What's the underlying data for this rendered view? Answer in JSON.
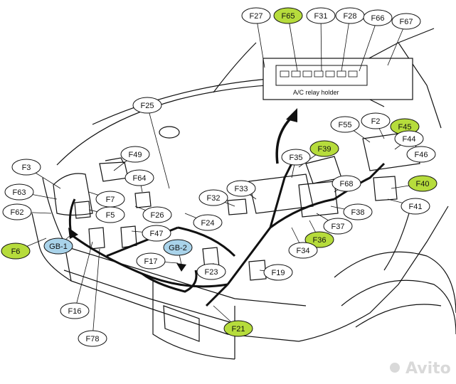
{
  "relay_holder_caption": "A/C relay holder",
  "colors": {
    "green": "#b6dc3c",
    "blue": "#a9d3ea",
    "plain": "#ffffff",
    "line": "#111111"
  },
  "callouts": [
    {
      "id": "F27",
      "label": "F27",
      "style": "plain"
    },
    {
      "id": "F65",
      "label": "F65",
      "style": "green"
    },
    {
      "id": "F31",
      "label": "F31",
      "style": "plain"
    },
    {
      "id": "F28",
      "label": "F28",
      "style": "plain"
    },
    {
      "id": "F66",
      "label": "F66",
      "style": "plain"
    },
    {
      "id": "F67",
      "label": "F67",
      "style": "plain"
    },
    {
      "id": "F25",
      "label": "F25",
      "style": "plain"
    },
    {
      "id": "F55",
      "label": "F55",
      "style": "plain"
    },
    {
      "id": "F2",
      "label": "F2",
      "style": "plain"
    },
    {
      "id": "F45",
      "label": "F45",
      "style": "green"
    },
    {
      "id": "F44",
      "label": "F44",
      "style": "plain"
    },
    {
      "id": "F46",
      "label": "F46",
      "style": "plain"
    },
    {
      "id": "F39",
      "label": "F39",
      "style": "green"
    },
    {
      "id": "F35",
      "label": "F35",
      "style": "plain"
    },
    {
      "id": "F49",
      "label": "F49",
      "style": "plain"
    },
    {
      "id": "F3",
      "label": "F3",
      "style": "plain"
    },
    {
      "id": "F64",
      "label": "F64",
      "style": "plain"
    },
    {
      "id": "F40",
      "label": "F40",
      "style": "green"
    },
    {
      "id": "F33",
      "label": "F33",
      "style": "plain"
    },
    {
      "id": "F68",
      "label": "F68",
      "style": "plain"
    },
    {
      "id": "F63",
      "label": "F63",
      "style": "plain"
    },
    {
      "id": "F7",
      "label": "F7",
      "style": "plain"
    },
    {
      "id": "F32",
      "label": "F32",
      "style": "plain"
    },
    {
      "id": "F41",
      "label": "F41",
      "style": "plain"
    },
    {
      "id": "F62",
      "label": "F62",
      "style": "plain"
    },
    {
      "id": "F5",
      "label": "F5",
      "style": "plain"
    },
    {
      "id": "F26",
      "label": "F26",
      "style": "plain"
    },
    {
      "id": "F38",
      "label": "F38",
      "style": "plain"
    },
    {
      "id": "F24",
      "label": "F24",
      "style": "plain"
    },
    {
      "id": "F37",
      "label": "F37",
      "style": "plain"
    },
    {
      "id": "F47",
      "label": "F47",
      "style": "plain"
    },
    {
      "id": "F36",
      "label": "F36",
      "style": "green"
    },
    {
      "id": "GB-1",
      "label": "GB-1",
      "style": "blue"
    },
    {
      "id": "GB-2",
      "label": "GB-2",
      "style": "blue"
    },
    {
      "id": "F6",
      "label": "F6",
      "style": "green"
    },
    {
      "id": "F34",
      "label": "F34",
      "style": "plain"
    },
    {
      "id": "F17",
      "label": "F17",
      "style": "plain"
    },
    {
      "id": "F23",
      "label": "F23",
      "style": "plain"
    },
    {
      "id": "F19",
      "label": "F19",
      "style": "plain"
    },
    {
      "id": "F16",
      "label": "F16",
      "style": "plain"
    },
    {
      "id": "F21",
      "label": "F21",
      "style": "green"
    },
    {
      "id": "F78",
      "label": "F78",
      "style": "plain"
    }
  ],
  "watermark": "Avito"
}
